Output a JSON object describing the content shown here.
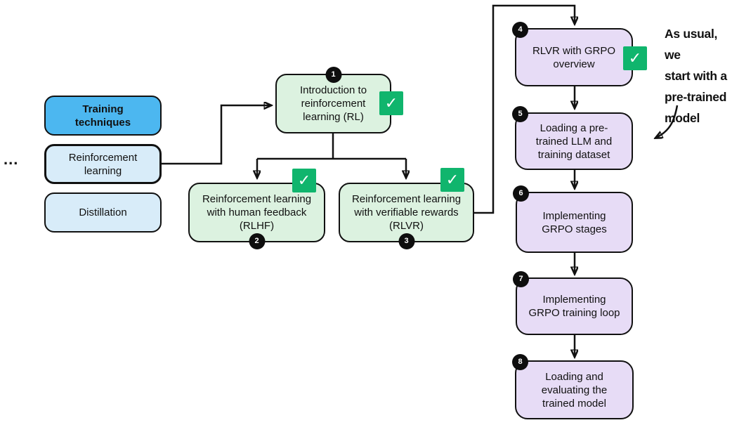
{
  "colors": {
    "blue_box": "#4cb7f0",
    "light_blue_box": "#d8ecf9",
    "green_box": "#dcf2e0",
    "purple_box": "#e7dcf6",
    "check_green": "#10b56d",
    "badge_black": "#0e0e0e",
    "line_black": "#111111",
    "text_black": "#111111"
  },
  "ellipsis": "...",
  "left_column": {
    "training": {
      "label": "Training techniques"
    },
    "reinforcement": {
      "label": "Reinforcement learning"
    },
    "distillation": {
      "label": "Distillation"
    }
  },
  "lessons": {
    "intro_rl": {
      "number": "1",
      "label": "Introduction to reinforcement learning (RL)",
      "completed": true
    },
    "rlhf": {
      "number": "2",
      "label": "Reinforcement learning with human feedback (RLHF)",
      "completed": true
    },
    "rlvr": {
      "number": "3",
      "label": "Reinforcement learning with verifiable rewards (RLVR)",
      "completed": true
    },
    "grpo_overview": {
      "number": "4",
      "label": "RLVR with GRPO overview",
      "completed": true
    },
    "loading_llm": {
      "number": "5",
      "label": "Loading a pre-trained LLM and training dataset",
      "completed": false
    },
    "grpo_stages": {
      "number": "6",
      "label": "Implementing GRPO stages",
      "completed": false
    },
    "grpo_loop": {
      "number": "7",
      "label": "Implementing GRPO training loop",
      "completed": false
    },
    "evaluate": {
      "number": "8",
      "label": "Loading and evaluating the trained model",
      "completed": false
    }
  },
  "annotation": {
    "lines": [
      "As usual, we",
      "start with a",
      "pre-trained",
      "model"
    ]
  },
  "icons": {
    "check_glyph": "✓"
  }
}
